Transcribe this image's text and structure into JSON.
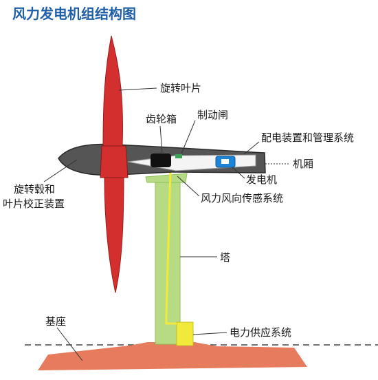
{
  "title": "风力发电机组结构图",
  "labels": {
    "blade": "旋转叶片",
    "gearbox": "齿轮箱",
    "brake": "制动闸",
    "power_mgmt": "配电装置和管理系统",
    "nacelle": "机厢",
    "generator": "发电机",
    "wind_sensor": "风力风向传感系统",
    "hub_line1": "旋转毂和",
    "hub_line2": "叶片校正装置",
    "tower": "塔",
    "base": "基座",
    "power_supply": "电力供应系统"
  },
  "colors": {
    "title": "#1f5fa8",
    "blade": "#d42f2f",
    "nacelle": "#555555",
    "tower": "#b6db84",
    "cable": "#f2ea3a",
    "base": "#e77b5e",
    "generator": "#1b83d8",
    "gearbox": "#111111"
  }
}
